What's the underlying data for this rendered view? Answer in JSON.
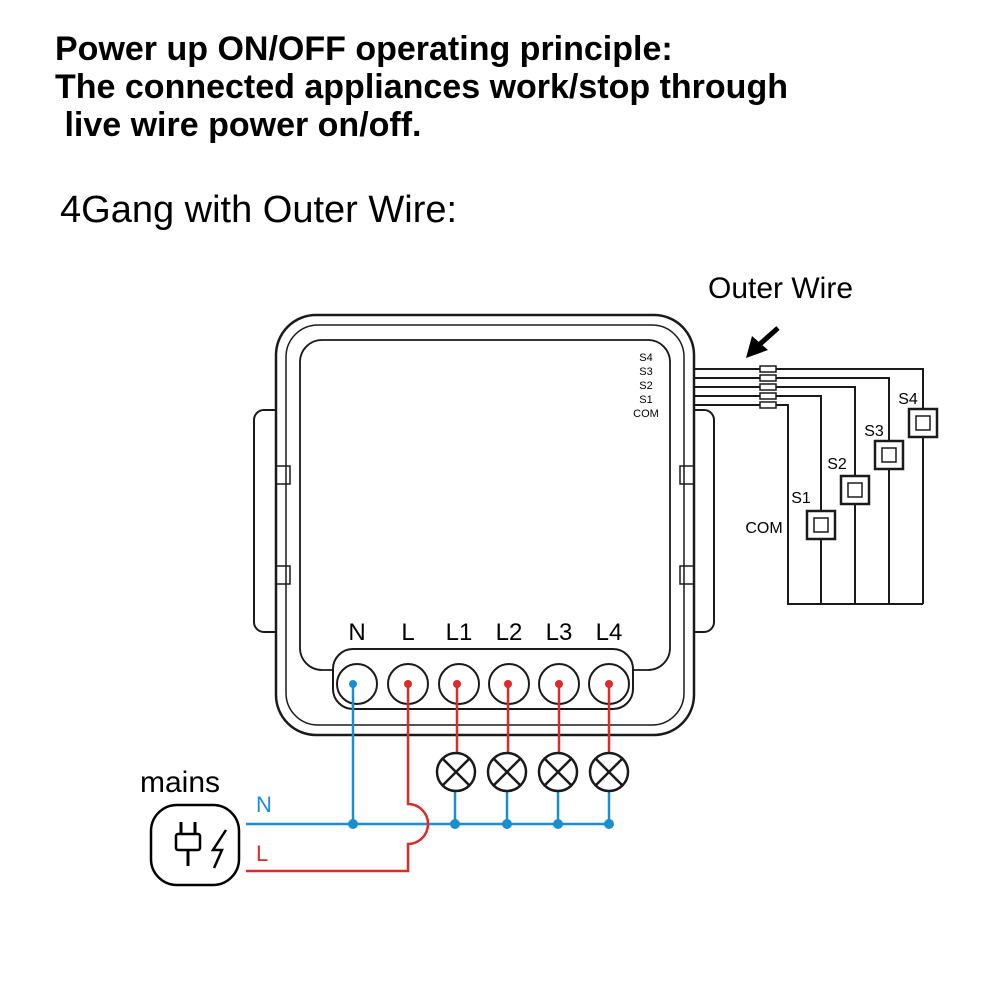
{
  "heading": {
    "line1": "Power up ON/OFF operating principle:",
    "line2": "The connected appliances work/stop through",
    "line3": " live wire power on/off."
  },
  "subheading": "4Gang with Outer Wire:",
  "outer_wire_label": "Outer Wire",
  "module": {
    "side_labels": [
      "S4",
      "S3",
      "S2",
      "S1",
      "COM"
    ],
    "terminals": [
      "N",
      "L",
      "L1",
      "L2",
      "L3",
      "L4"
    ]
  },
  "switches": {
    "labels": [
      "S1",
      "S2",
      "S3",
      "S4"
    ],
    "com_label": "COM"
  },
  "mains": {
    "label": "mains",
    "n_label": "N",
    "l_label": "L"
  },
  "colors": {
    "neutral": "#1a8fd0",
    "live": "#dd2a2a",
    "outline": "#1a1a1a"
  }
}
